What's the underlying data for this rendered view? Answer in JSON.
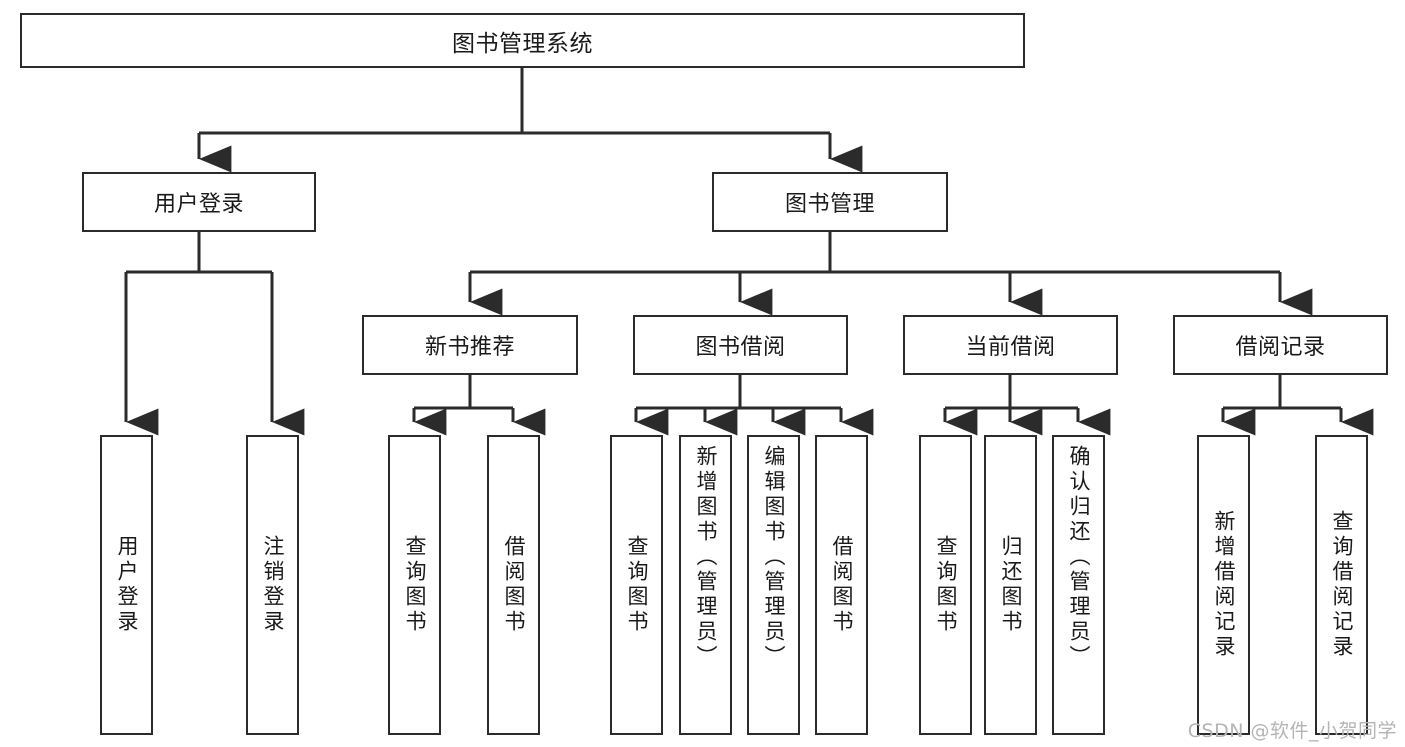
{
  "diagram": {
    "title_node": {
      "label": "图书管理系统"
    },
    "level2": [
      {
        "id": "user-login",
        "label": "用户登录"
      },
      {
        "id": "book-management",
        "label": "图书管理"
      }
    ],
    "level3": [
      {
        "id": "new-book-recommend",
        "label": "新书推荐"
      },
      {
        "id": "book-borrow",
        "label": "图书借阅"
      },
      {
        "id": "current-borrow",
        "label": "当前借阅"
      },
      {
        "id": "borrow-record",
        "label": "借阅记录"
      }
    ],
    "leaves": [
      {
        "id": "leaf-user-login",
        "label": "用户登录"
      },
      {
        "id": "leaf-logout-login",
        "label": "注销登录"
      },
      {
        "id": "leaf-query-book-1",
        "label": "查询图书"
      },
      {
        "id": "leaf-borrow-book-1",
        "label": "借阅图书"
      },
      {
        "id": "leaf-query-book-2",
        "label": "查询图书"
      },
      {
        "id": "leaf-add-book",
        "label": "新增图书（管理员）"
      },
      {
        "id": "leaf-edit-book",
        "label": "编辑图书（管理员）"
      },
      {
        "id": "leaf-borrow-book-2",
        "label": "借阅图书"
      },
      {
        "id": "leaf-query-book-3",
        "label": "查询图书"
      },
      {
        "id": "leaf-return-book",
        "label": "归还图书"
      },
      {
        "id": "leaf-confirm-return",
        "label": "确认归还（管理员）"
      },
      {
        "id": "leaf-add-record",
        "label": "新增借阅记录"
      },
      {
        "id": "leaf-query-record",
        "label": "查询借阅记录"
      }
    ]
  },
  "watermark": {
    "text": "CSDN @软件_小贺同学"
  },
  "colors": {
    "stroke": "#2b2b2b",
    "fill": "#ffffff",
    "text": "#1a1a1a",
    "watermark": "#b4b4b4"
  }
}
